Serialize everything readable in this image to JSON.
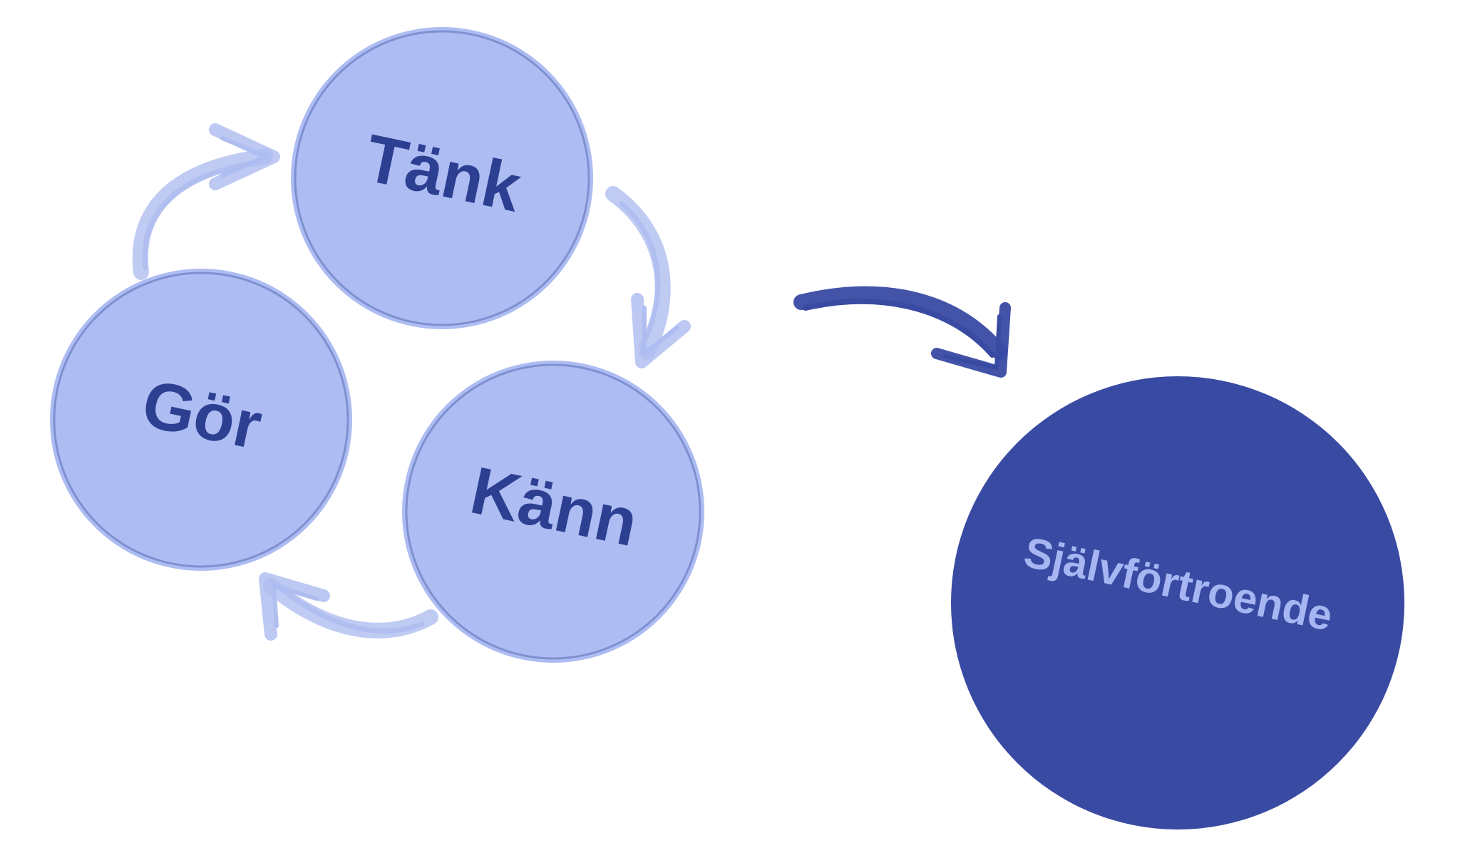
{
  "diagram": {
    "cycle": {
      "nodes": [
        {
          "id": "tank",
          "label": "Tänk"
        },
        {
          "id": "kann",
          "label": "Känn"
        },
        {
          "id": "gor",
          "label": "Gör"
        }
      ],
      "edges": [
        {
          "from": "tank",
          "to": "kann"
        },
        {
          "from": "kann",
          "to": "gor"
        },
        {
          "from": "gor",
          "to": "tank"
        }
      ]
    },
    "outcome": {
      "label": "Självförtroende",
      "from": "cycle"
    },
    "colors": {
      "cycle_fill": "#adbcf2",
      "cycle_text": "#2c3f91",
      "arrow_light": "#aebdf0",
      "outcome_fill": "#394aa3",
      "outcome_text": "#a6b6f2",
      "arrow_dark": "#394aa3"
    }
  }
}
